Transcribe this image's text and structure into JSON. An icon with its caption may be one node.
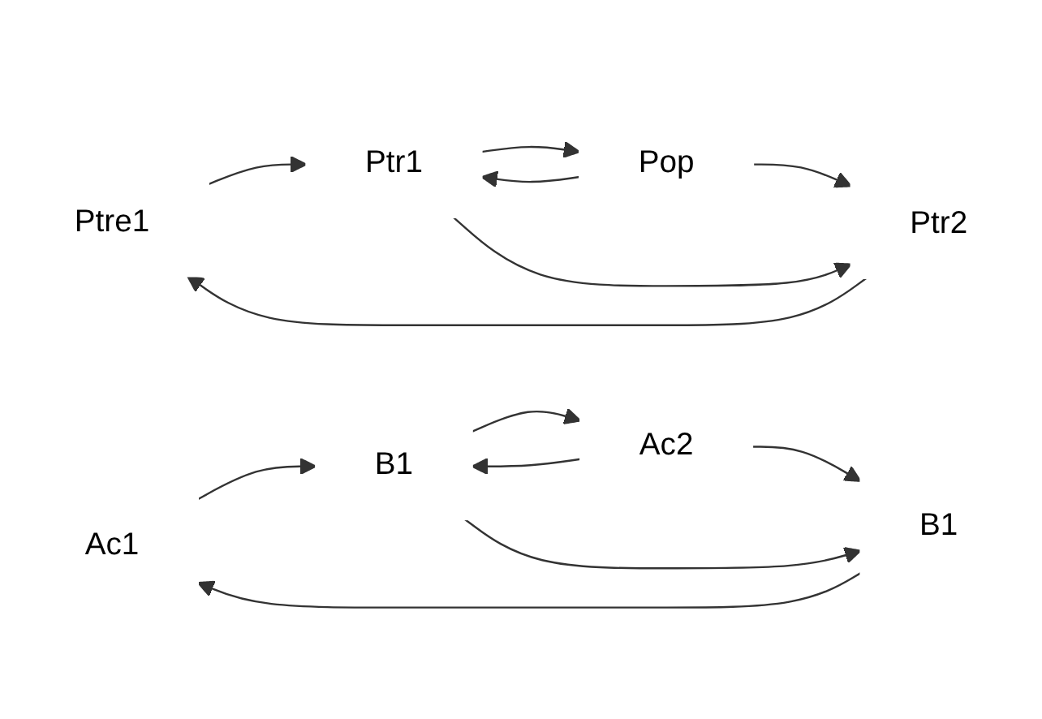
{
  "diagram": {
    "nodes": [
      {
        "text": [
          "Ptre1"
        ]
      },
      {
        "text": [
          "Ptr1"
        ]
      },
      {
        "text": [
          "Pop"
        ]
      },
      {
        "text": [
          "Ptr2"
        ]
      },
      {
        "text": [
          "Ac1"
        ]
      },
      {
        "text": [
          "B1"
        ]
      },
      {
        "text": [
          "Ac2"
        ]
      },
      {
        "text": [
          "B1"
        ]
      }
    ],
    "edges": [
      {
        "from": 0,
        "to": 1,
        "arrow": "to"
      },
      {
        "from": 1,
        "to": 2,
        "arrow": "to"
      },
      {
        "from": 2,
        "to": 3,
        "arrow": "to"
      },
      {
        "from": 1,
        "to": 3,
        "arrow": "to"
      },
      {
        "from": 2,
        "to": 1,
        "arrow": "to"
      },
      {
        "from": 3,
        "to": 0,
        "arrow": "to"
      },
      {
        "from": 4,
        "to": 5,
        "arrow": "to"
      },
      {
        "from": 5,
        "to": 6,
        "arrow": "to"
      },
      {
        "from": 6,
        "to": 7,
        "arrow": "to"
      },
      {
        "from": 5,
        "to": 7,
        "arrow": "to"
      },
      {
        "from": 6,
        "to": 5,
        "arrow": "to"
      },
      {
        "from": 7,
        "to": 4,
        "arrow": "to"
      }
    ]
  }
}
